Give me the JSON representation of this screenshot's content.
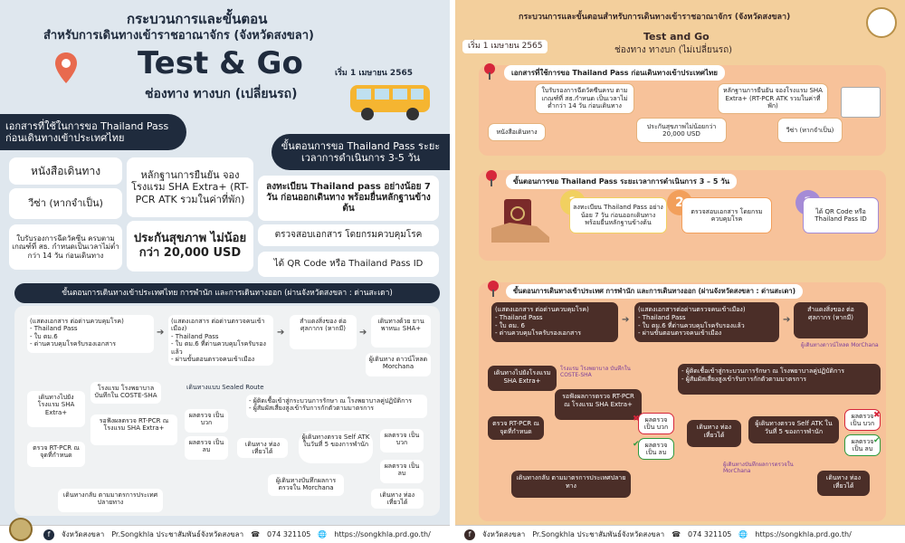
{
  "left": {
    "title_line1": "กระบวนการและขั้นตอน",
    "title_line2": "สำหรับการเดินทางเข้าราชอาณาจักร (จังหวัดสงขลา)",
    "headline": "Test & Go",
    "start_date": "เริ่ม 1 เมษายน 2565",
    "channel": "ช่องทาง ทางบก (เปลี่ยนรถ)",
    "docs_header": "เอกสารที่ใช้ในการขอ Thailand Pass ก่อนเดินทางเข้าประเทศไทย",
    "docs": [
      "หนังสือเดินทาง",
      "วีซ่า (หากจำเป็น)",
      "ใบรับรองการฉีดวัคซีน ครบตามเกณฑ์ที่ สธ. กำหนดเป็นเวลาไม่ต่ำกว่า 14 วัน ก่อนเดินทาง",
      "หลักฐานการยืนยัน จองโรงแรม SHA Extra+ (RT-PCR ATK รวมในค่าที่พัก)",
      "ประกันสุขภาพ ไม่น้อยกว่า 20,000 USD"
    ],
    "steps_header": "ขั้นตอนการขอ Thailand Pass ระยะเวลาการดำเนินการ 3-5 วัน",
    "steps": [
      "ลงทะเบียน Thailand pass อย่างน้อย 7 วัน ก่อนออกเดินทาง พร้อมยื่นหลักฐานข้างต้น",
      "ตรวจสอบเอกสาร โดยกรมควบคุมโรค",
      "ได้ QR Code หรือ Thailand Pass ID"
    ],
    "flow_header": "ขั้นตอนการเดินทางเข้าประเทศไทย การพำนัก และการเดินทางออก (ผ่านจังหวัดสงขลา : ด่านสะเดา)",
    "flow": {
      "f1": "(แสดงเอกสาร ต่อด่านควบคุมโรค)\n- Thailand Pass\n- ใบ ตม.6\n- ด่านควบคุมโรครับรองเอกสาร",
      "f2": "(แสดงเอกสาร ต่อด่านตรวจคนเข้าเมือง)\n- Thailand Pass\n- ใบ ตม.6 ที่ด่านควบคุมโรครับรองแล้ว\n- ผ่านขั้นตอนตรวจคนเข้าเมือง",
      "f3": "สำแดงสิ่งของ ต่อศุลกากร (หากมี)",
      "f4": "เดินทางด้วย ยานพาหนะ SHA+",
      "f5": "ผู้เดินทาง ดาวน์โหลด Morchana",
      "f6": "เดินทางไปยัง โรงแรม SHA Extra+",
      "f7": "โรงแรม โรงพยาบาล บันทึกใน COSTE-SHA",
      "f8": "รอฟังผลตรวจ RT-PCR ณ โรงแรม SHA Extra+",
      "f9": "ตรวจ RT-PCR ณ จุดที่กำหนด",
      "sealed": "เดินทางแบบ Sealed Route",
      "f10": "- ผู้ติดเชื้อเข้าสู่กระบวนการรักษา ณ โรงพยาบาลคู่ปฏิบัติการ\n- ผู้สัมผัสเสี่ยงสูงเข้ารับการกักตัวตามมาตรการ",
      "pos1": "ผลตรวจ เป็น บวก",
      "neg1": "ผลตรวจ เป็น ลบ",
      "f11": "เดินทาง ท่องเที่ยวได้",
      "f12": "ผู้เดินทางตรวจ Self ATK ในวันที่ 5 ของการพำนัก",
      "pos2": "ผลตรวจ เป็น บวก",
      "neg2": "ผลตรวจ เป็น ลบ",
      "f13": "ผู้เดินทางบันทึกผลการตรวจใน Morchana",
      "f14": "เดินทางกลับ ตามมาตรการประเทศปลายทาง",
      "f15": "เดินทาง ท่องเที่ยวได้"
    },
    "footer": {
      "fb": "จังหวัดสงขลา",
      "pr": "Pr.Songkhla ประชาสัมพันธ์จังหวัดสงขลา",
      "phone": "074 321105",
      "web": "https://songkhla.prd.go.th/"
    }
  },
  "right": {
    "title": "กระบวนการและขั้นตอนสำหรับการเดินทางเข้าราชอาณาจักร (จังหวัดสงขลา)",
    "start_date": "เริ่ม 1 เมษายน 2565",
    "headline": "Test and Go",
    "channel": "ช่องทาง ทางบก (ไม่เปลี่ยนรถ)",
    "sec1": "เอกสารที่ใช้การขอ Thailand Pass ก่อนเดินทางเข้าประเทศไทย",
    "docs": [
      "ใบรับรองการฉีดวัคซีนครบ ตามเกณฑ์ที่ สธ.กำหนด เป็นเวลาไม่ต่ำกว่า 14 วัน ก่อนเดินทาง",
      "หลักฐานการยืนยัน จองโรงแรม SHA Extra+ (RT-PCR ATK รวมในค่าที่พัก)",
      "หนังสือเดินทาง",
      "ประกันสุขภาพไม่น้อยกว่า 20,000 USD",
      "วีซ่า (หากจำเป็น)"
    ],
    "sec2": "ขั้นตอนการขอ Thailand Pass ระยะเวลาการดำเนินการ 3 – 5 วัน",
    "steps": [
      {
        "num": "1",
        "text": "ลงทะเบียน Thailand Pass อย่างน้อย 7 วัน ก่อนออกเดินทาง พร้อมยื่นหลักฐานข้างต้น"
      },
      {
        "num": "2",
        "text": "ตรวจสอบเอกสาร โดยกรมควบคุมโรค"
      },
      {
        "num": "3",
        "text": "ได้ QR Code หรือ Thailand Pass ID"
      }
    ],
    "sec3": "ขั้นตอนการเดินทางเข้าประเทศ การพำนัก และการเดินทางออก (ผ่านจังหวัดสงขลา : ด่านสะเดา)",
    "flow": {
      "r1": "(แสดงเอกสาร ต่อด่านควบคุมโรค)\n- Thailand Pass\n- ใบ ตม. 6\n- ด่านควบคุมโรครับรองเอกสาร",
      "r2": "(แสดงเอกสารต่อด่านตรวจคนเข้าเมือง)\n- Thailand Pass\n- ใบ ตม.6 ที่ด่านควบคุมโรครับรองแล้ว\n- ผ่านขั้นตอนตรวจคนเข้าเมือง",
      "r3": "สำแดงสิ่งของ ต่อศุลกากร (หากมี)",
      "r3note": "ผู้เดินทางดาวน์โหลด MorChana",
      "r4": "เดินทางไปยังโรงแรม SHA Extra+",
      "r4note": "โรงแรม โรงพยาบาล บันทึกใน COSTE-SHA",
      "r5": "รอฟังผลการตรวจ RT-PCR ณ โรงแรม SHA Extra+",
      "r6": "- ผู้ติดเชื้อเข้าสู่กระบวนการรักษา ณ โรงพยาบาลคู่ปฏิบัติการ\n- ผู้สัมผัสเสี่ยงสูงเข้ารับการกักตัวตามมาตรการ",
      "r7": "ตรวจ RT-PCR ณ จุดที่กำหนด",
      "pos": "ผลตรวจ เป็น บวก",
      "neg": "ผลตรวจ เป็น ลบ",
      "r8": "เดินทาง ท่องเที่ยวได้",
      "r9": "ผู้เดินทางตรวจ Self ATK ในวันที่ 5 ของการพำนัก",
      "pos2": "ผลตรวจ เป็น บวก",
      "neg2": "ผลตรวจ เป็น ลบ",
      "r10note": "ผู้เดินทางบันทึกผลการตรวจใน MorChana",
      "r10": "เดินทางกลับ ตามมาตรการประเทศปลายทาง",
      "r11": "เดินทาง ท่องเที่ยวได้"
    },
    "footer": {
      "fb": "จังหวัดสงขลา",
      "pr": "Pr.Songkhla ประชาสัมพันธ์จังหวัดสงขลา",
      "phone": "074 321105",
      "web": "https://songkhla.prd.go.th/"
    }
  },
  "colors": {
    "left_bg": "#dfe7ee",
    "right_bg": "#f3cf9c",
    "dark": "#3a2a28",
    "navy": "#1f2b3d",
    "pin": "#d6263b"
  }
}
